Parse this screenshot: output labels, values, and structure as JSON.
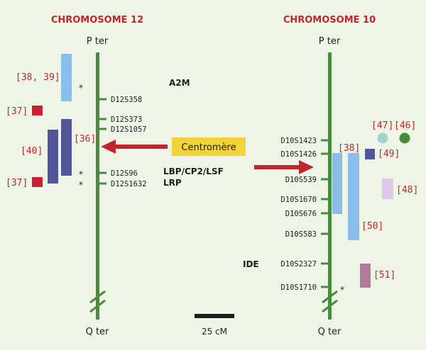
{
  "chromosome12": {
    "title": "CHROMOSOME 12",
    "p_ter": "P ter",
    "q_ter": "Q ter",
    "markers": [
      "D12S358",
      "D12S373",
      "D12S1057",
      "D12S96",
      "D12S1632"
    ],
    "genes": [
      "A2M",
      "LBP/CP2/LSF",
      "LRP"
    ],
    "refs": [
      "[38, 39]",
      "[37]",
      "[40]",
      "[36]",
      "[37]"
    ],
    "stars": [
      "*",
      "*",
      "*"
    ]
  },
  "chromosome10": {
    "title": "CHROMOSOME 10",
    "p_ter": "P ter",
    "q_ter": "Q ter",
    "markers": [
      "D10S1423",
      "D10S1426",
      "D10S539",
      "D10S1670",
      "D10S676",
      "D10S583",
      "D10S2327",
      "D10S1710"
    ],
    "genes": [
      "IDE"
    ],
    "refs": [
      "[47]",
      "[46]",
      "[38]",
      "[49]",
      "[48]",
      "[50]",
      "[51]"
    ],
    "stars": [
      "*"
    ]
  },
  "centromere_label": "Centromère",
  "scale_bar_label": "25 cM",
  "colors": {
    "chromosome": "#4a8a3c",
    "title": "#c0252b",
    "ref": "#c0252b",
    "arrow": "#c0252b",
    "centromere_box": "#f2d43a",
    "light_blue": "#8cbde8",
    "dark_blue": "#52559a",
    "red_square": "#cf1f2e",
    "lavender": "#ddc9e6",
    "mauve": "#b17a9c",
    "pale_cyan": "#a8cfd0",
    "green_dot": "#4a8a3c"
  }
}
